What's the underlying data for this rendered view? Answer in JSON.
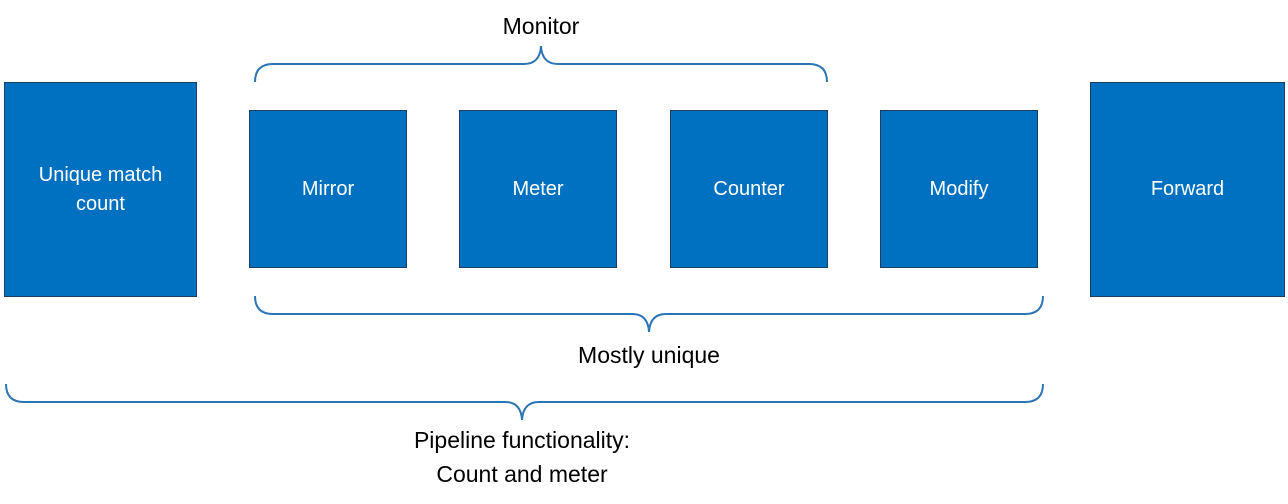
{
  "boxes": {
    "unique_match_count": "Unique match\ncount",
    "mirror": "Mirror",
    "meter": "Meter",
    "counter": "Counter",
    "modify": "Modify",
    "forward": "Forward"
  },
  "braces": {
    "monitor": "Monitor",
    "mostly_unique": "Mostly unique",
    "pipeline_line1": "Pipeline functionality:",
    "pipeline_line2": "Count and meter"
  },
  "colors": {
    "box_fill": "#0070c0",
    "box_border": "#1f3e5f",
    "brace": "#2e75b6",
    "box_text": "#ffffff",
    "label_text": "#000000"
  }
}
